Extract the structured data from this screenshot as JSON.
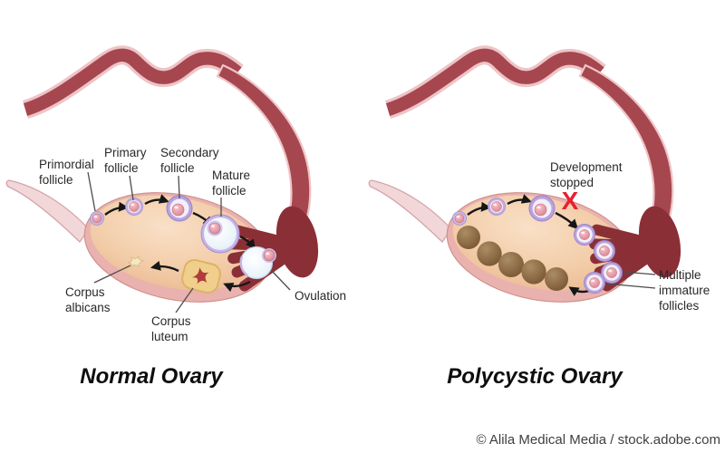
{
  "figure": "Ovary comparison medical illustration",
  "left_panel": {
    "title": "Normal Ovary",
    "labels": {
      "primordial_follicle": {
        "line1": "Primordial",
        "line2": "follicle"
      },
      "primary_follicle": {
        "line1": "Primary",
        "line2": "follicle"
      },
      "secondary_follicle": {
        "line1": "Secondary",
        "line2": "follicle"
      },
      "mature_follicle": {
        "line1": "Mature",
        "line2": "follicle"
      },
      "ovulation": "Ovulation",
      "corpus_albicans": {
        "line1": "Corpus",
        "line2": "albicans"
      },
      "corpus_luteum": {
        "line1": "Corpus",
        "line2": "luteum"
      }
    }
  },
  "right_panel": {
    "title": "Polycystic Ovary",
    "labels": {
      "development_stopped": {
        "line1": "Development",
        "line2": "stopped"
      },
      "stopped_marker": "X",
      "multiple_immature_follicles": {
        "line1": "Multiple",
        "line2": "immature",
        "line3": "follicles"
      }
    }
  },
  "footer": {
    "credit": "© Alila Medical Media / stock.adobe.com"
  },
  "colors": {
    "fallopian_tube": "#a6474f",
    "tube_outline_pink": "#eec4c7",
    "fimbriae": "#8b2f37",
    "ovary_rim": "#e9b2ae",
    "ovary_fill": "#f3cda9",
    "stalk": "#f2d7d9",
    "follicle_ring_purple": "#b9a3dd",
    "oocyte_pink": "#e78f9d",
    "mature_follicle_blue": "#ddeef7",
    "cyst_brown": "#8a6742",
    "corpus_luteum_fill": "#efcf8b",
    "corpus_luteum_star": "#b2393c",
    "x_mark_red": "#e6212e",
    "label_text": "#2b2728"
  }
}
